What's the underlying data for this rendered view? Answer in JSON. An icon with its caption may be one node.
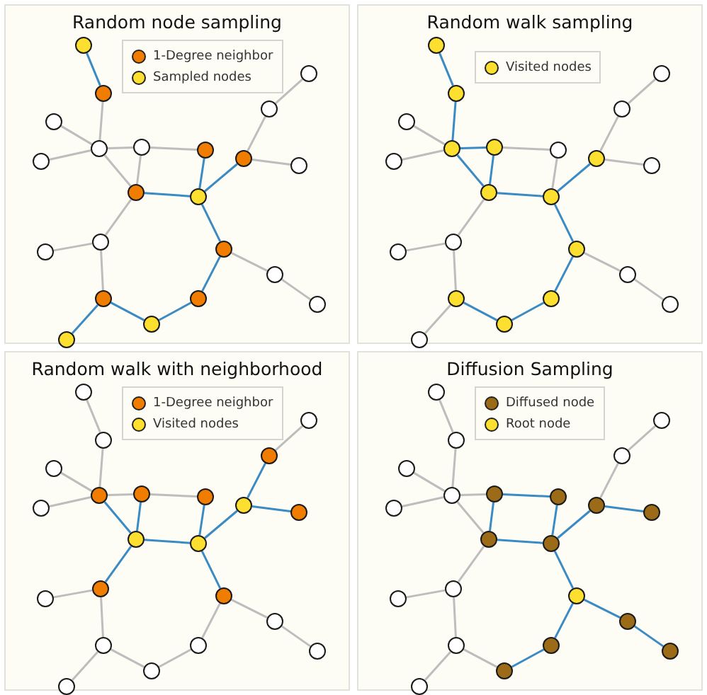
{
  "diagram": {
    "nodes": [
      {
        "text": [
          "Random node sampling"
        ]
      },
      {
        "text": [],
        "shape": "circle",
        "in": 0
      },
      {
        "text": [],
        "shape": "circle",
        "in": 0
      },
      {
        "text": [],
        "shape": "circle",
        "in": 0
      },
      {
        "text": [],
        "shape": "circle",
        "in": 0
      },
      {
        "text": [],
        "shape": "circle",
        "in": 0
      },
      {
        "text": [],
        "shape": "circle",
        "in": 0
      },
      {
        "text": [],
        "shape": "circle",
        "in": 0
      },
      {
        "text": [],
        "shape": "circle",
        "in": 0
      },
      {
        "text": [],
        "shape": "circle",
        "in": 0
      },
      {
        "text": [],
        "shape": "circle",
        "in": 0
      },
      {
        "text": [],
        "shape": "circle",
        "in": 0
      },
      {
        "text": [],
        "shape": "circle",
        "in": 0
      },
      {
        "text": [],
        "shape": "circle",
        "in": 0
      },
      {
        "text": [],
        "shape": "circle",
        "in": 0
      },
      {
        "text": [],
        "shape": "circle",
        "in": 0
      },
      {
        "text": [],
        "shape": "circle",
        "in": 0
      },
      {
        "text": [],
        "shape": "circle",
        "in": 0
      },
      {
        "text": [],
        "shape": "circle",
        "in": 0
      },
      {
        "text": [],
        "shape": "circle",
        "in": 0
      },
      {
        "text": [],
        "shape": "circle",
        "in": 0
      },
      {
        "text": [],
        "shape": "circle",
        "in": 0
      },
      {
        "text": [],
        "shape": "circle",
        "in": 0
      },
      {
        "text": [
          "Random walk sampling"
        ]
      },
      {
        "text": [],
        "shape": "circle",
        "in": 23
      },
      {
        "text": [],
        "shape": "circle",
        "in": 23
      },
      {
        "text": [],
        "shape": "circle",
        "in": 23
      },
      {
        "text": [],
        "shape": "circle",
        "in": 23
      },
      {
        "text": [],
        "shape": "circle",
        "in": 23
      },
      {
        "text": [],
        "shape": "circle",
        "in": 23
      },
      {
        "text": [],
        "shape": "circle",
        "in": 23
      },
      {
        "text": [],
        "shape": "circle",
        "in": 23
      },
      {
        "text": [],
        "shape": "circle",
        "in": 23
      },
      {
        "text": [],
        "shape": "circle",
        "in": 23
      },
      {
        "text": [],
        "shape": "circle",
        "in": 23
      },
      {
        "text": [],
        "shape": "circle",
        "in": 23
      },
      {
        "text": [],
        "shape": "circle",
        "in": 23
      },
      {
        "text": [],
        "shape": "circle",
        "in": 23
      },
      {
        "text": [],
        "shape": "circle",
        "in": 23
      },
      {
        "text": [],
        "shape": "circle",
        "in": 23
      },
      {
        "text": [],
        "shape": "circle",
        "in": 23
      },
      {
        "text": [],
        "shape": "circle",
        "in": 23
      },
      {
        "text": [],
        "shape": "circle",
        "in": 23
      },
      {
        "text": [],
        "shape": "circle",
        "in": 23
      },
      {
        "text": [],
        "shape": "circle",
        "in": 23
      },
      {
        "text": [],
        "shape": "circle",
        "in": 23
      },
      {
        "text": [
          "Random walk with neighborhood"
        ]
      },
      {
        "text": [],
        "shape": "circle",
        "in": 46
      },
      {
        "text": [],
        "shape": "circle",
        "in": 46
      },
      {
        "text": [],
        "shape": "circle",
        "in": 46
      },
      {
        "text": [],
        "shape": "circle",
        "in": 46
      },
      {
        "text": [],
        "shape": "circle",
        "in": 46
      },
      {
        "text": [],
        "shape": "circle",
        "in": 46
      },
      {
        "text": [],
        "shape": "circle",
        "in": 46
      },
      {
        "text": [],
        "shape": "circle",
        "in": 46
      },
      {
        "text": [],
        "shape": "circle",
        "in": 46
      },
      {
        "text": [],
        "shape": "circle",
        "in": 46
      },
      {
        "text": [],
        "shape": "circle",
        "in": 46
      },
      {
        "text": [],
        "shape": "circle",
        "in": 46
      },
      {
        "text": [],
        "shape": "circle",
        "in": 46
      },
      {
        "text": [],
        "shape": "circle",
        "in": 46
      },
      {
        "text": [],
        "shape": "circle",
        "in": 46
      },
      {
        "text": [],
        "shape": "circle",
        "in": 46
      },
      {
        "text": [],
        "shape": "circle",
        "in": 46
      },
      {
        "text": [],
        "shape": "circle",
        "in": 46
      },
      {
        "text": [],
        "shape": "circle",
        "in": 46
      },
      {
        "text": [],
        "shape": "circle",
        "in": 46
      },
      {
        "text": [],
        "shape": "circle",
        "in": 46
      },
      {
        "text": [],
        "shape": "circle",
        "in": 46
      },
      {
        "text": [
          "Diffusion Sampling"
        ]
      },
      {
        "text": [],
        "shape": "circle",
        "in": 69
      },
      {
        "text": [],
        "shape": "circle",
        "in": 69
      },
      {
        "text": [],
        "shape": "circle",
        "in": 69
      },
      {
        "text": [],
        "shape": "circle",
        "in": 69
      },
      {
        "text": [],
        "shape": "circle",
        "in": 69
      },
      {
        "text": [],
        "shape": "circle",
        "in": 69
      },
      {
        "text": [],
        "shape": "circle",
        "in": 69
      },
      {
        "text": [],
        "shape": "circle",
        "in": 69
      },
      {
        "text": [],
        "shape": "circle",
        "in": 69
      },
      {
        "text": [],
        "shape": "circle",
        "in": 69
      },
      {
        "text": [],
        "shape": "circle",
        "in": 69
      },
      {
        "text": [],
        "shape": "circle",
        "in": 69
      },
      {
        "text": [],
        "shape": "circle",
        "in": 69
      },
      {
        "text": [],
        "shape": "circle",
        "in": 69
      },
      {
        "text": [],
        "shape": "circle",
        "in": 69
      },
      {
        "text": [],
        "shape": "circle",
        "in": 69
      },
      {
        "text": [],
        "shape": "circle",
        "in": 69
      },
      {
        "text": [],
        "shape": "circle",
        "in": 69
      },
      {
        "text": [],
        "shape": "circle",
        "in": 69
      },
      {
        "text": [],
        "shape": "circle",
        "in": 69
      },
      {
        "text": [],
        "shape": "circle",
        "in": 69
      },
      {
        "text": [],
        "shape": "circle",
        "in": 69
      }
    ],
    "edges": [
      {
        "from": 1,
        "to": 2,
        "arrow": "none",
        "color": "#3a8ac4"
      },
      {
        "from": 2,
        "to": 5,
        "arrow": "none"
      },
      {
        "from": 3,
        "to": 5,
        "arrow": "none"
      },
      {
        "from": 4,
        "to": 5,
        "arrow": "none"
      },
      {
        "from": 5,
        "to": 6,
        "arrow": "none"
      },
      {
        "from": 5,
        "to": 8,
        "arrow": "none"
      },
      {
        "from": 6,
        "to": 8,
        "arrow": "none"
      },
      {
        "from": 6,
        "to": 7,
        "arrow": "none"
      },
      {
        "from": 7,
        "to": 9,
        "arrow": "none",
        "color": "#3a8ac4"
      },
      {
        "from": 8,
        "to": 9,
        "arrow": "none",
        "color": "#3a8ac4"
      },
      {
        "from": 9,
        "to": 10,
        "arrow": "none",
        "color": "#3a8ac4"
      },
      {
        "from": 10,
        "to": 11,
        "arrow": "none"
      },
      {
        "from": 11,
        "to": 12,
        "arrow": "none"
      },
      {
        "from": 10,
        "to": 13,
        "arrow": "none"
      },
      {
        "from": 8,
        "to": 14,
        "arrow": "none"
      },
      {
        "from": 14,
        "to": 15,
        "arrow": "none"
      },
      {
        "from": 14,
        "to": 19,
        "arrow": "none"
      },
      {
        "from": 9,
        "to": 16,
        "arrow": "none",
        "color": "#3a8ac4"
      },
      {
        "from": 16,
        "to": 17,
        "arrow": "none"
      },
      {
        "from": 17,
        "to": 18,
        "arrow": "none"
      },
      {
        "from": 16,
        "to": 20,
        "arrow": "none",
        "color": "#3a8ac4"
      },
      {
        "from": 20,
        "to": 21,
        "arrow": "none",
        "color": "#3a8ac4"
      },
      {
        "from": 21,
        "to": 19,
        "arrow": "none",
        "color": "#3a8ac4"
      },
      {
        "from": 19,
        "to": 22,
        "arrow": "none",
        "color": "#3a8ac4"
      },
      {
        "from": 24,
        "to": 25,
        "arrow": "none",
        "color": "#3a8ac4"
      },
      {
        "from": 25,
        "to": 28,
        "arrow": "none",
        "color": "#3a8ac4"
      },
      {
        "from": 26,
        "to": 28,
        "arrow": "none"
      },
      {
        "from": 27,
        "to": 28,
        "arrow": "none"
      },
      {
        "from": 28,
        "to": 29,
        "arrow": "none",
        "color": "#3a8ac4"
      },
      {
        "from": 28,
        "to": 31,
        "arrow": "none",
        "color": "#3a8ac4"
      },
      {
        "from": 29,
        "to": 31,
        "arrow": "none",
        "color": "#3a8ac4"
      },
      {
        "from": 29,
        "to": 30,
        "arrow": "none"
      },
      {
        "from": 30,
        "to": 32,
        "arrow": "none"
      },
      {
        "from": 31,
        "to": 32,
        "arrow": "none",
        "color": "#3a8ac4"
      },
      {
        "from": 32,
        "to": 33,
        "arrow": "none",
        "color": "#3a8ac4"
      },
      {
        "from": 33,
        "to": 34,
        "arrow": "none"
      },
      {
        "from": 34,
        "to": 35,
        "arrow": "none"
      },
      {
        "from": 33,
        "to": 36,
        "arrow": "none"
      },
      {
        "from": 31,
        "to": 37,
        "arrow": "none"
      },
      {
        "from": 37,
        "to": 38,
        "arrow": "none"
      },
      {
        "from": 37,
        "to": 42,
        "arrow": "none"
      },
      {
        "from": 32,
        "to": 39,
        "arrow": "none",
        "color": "#3a8ac4"
      },
      {
        "from": 39,
        "to": 40,
        "arrow": "none"
      },
      {
        "from": 40,
        "to": 41,
        "arrow": "none"
      },
      {
        "from": 39,
        "to": 43,
        "arrow": "none",
        "color": "#3a8ac4"
      },
      {
        "from": 43,
        "to": 44,
        "arrow": "none",
        "color": "#3a8ac4"
      },
      {
        "from": 44,
        "to": 42,
        "arrow": "none",
        "color": "#3a8ac4"
      },
      {
        "from": 42,
        "to": 45,
        "arrow": "none"
      },
      {
        "from": 47,
        "to": 48,
        "arrow": "none"
      },
      {
        "from": 48,
        "to": 51,
        "arrow": "none"
      },
      {
        "from": 49,
        "to": 51,
        "arrow": "none"
      },
      {
        "from": 50,
        "to": 51,
        "arrow": "none"
      },
      {
        "from": 51,
        "to": 52,
        "arrow": "none"
      },
      {
        "from": 51,
        "to": 54,
        "arrow": "none",
        "color": "#3a8ac4"
      },
      {
        "from": 52,
        "to": 54,
        "arrow": "none",
        "color": "#3a8ac4"
      },
      {
        "from": 52,
        "to": 53,
        "arrow": "none"
      },
      {
        "from": 53,
        "to": 55,
        "arrow": "none",
        "color": "#3a8ac4"
      },
      {
        "from": 54,
        "to": 55,
        "arrow": "none",
        "color": "#3a8ac4"
      },
      {
        "from": 55,
        "to": 56,
        "arrow": "none",
        "color": "#3a8ac4"
      },
      {
        "from": 56,
        "to": 57,
        "arrow": "none",
        "color": "#3a8ac4"
      },
      {
        "from": 57,
        "to": 58,
        "arrow": "none"
      },
      {
        "from": 56,
        "to": 59,
        "arrow": "none",
        "color": "#3a8ac4"
      },
      {
        "from": 54,
        "to": 60,
        "arrow": "none",
        "color": "#3a8ac4"
      },
      {
        "from": 60,
        "to": 61,
        "arrow": "none"
      },
      {
        "from": 60,
        "to": 65,
        "arrow": "none"
      },
      {
        "from": 55,
        "to": 62,
        "arrow": "none",
        "color": "#3a8ac4"
      },
      {
        "from": 62,
        "to": 63,
        "arrow": "none"
      },
      {
        "from": 63,
        "to": 64,
        "arrow": "none"
      },
      {
        "from": 62,
        "to": 66,
        "arrow": "none"
      },
      {
        "from": 66,
        "to": 67,
        "arrow": "none"
      },
      {
        "from": 67,
        "to": 65,
        "arrow": "none"
      },
      {
        "from": 65,
        "to": 68,
        "arrow": "none"
      },
      {
        "from": 70,
        "to": 71,
        "arrow": "none"
      },
      {
        "from": 71,
        "to": 74,
        "arrow": "none"
      },
      {
        "from": 72,
        "to": 74,
        "arrow": "none"
      },
      {
        "from": 73,
        "to": 74,
        "arrow": "none"
      },
      {
        "from": 74,
        "to": 75,
        "arrow": "none"
      },
      {
        "from": 74,
        "to": 77,
        "arrow": "none"
      },
      {
        "from": 75,
        "to": 77,
        "arrow": "none",
        "color": "#3a8ac4"
      },
      {
        "from": 75,
        "to": 76,
        "arrow": "none",
        "color": "#3a8ac4"
      },
      {
        "from": 76,
        "to": 78,
        "arrow": "none",
        "color": "#3a8ac4"
      },
      {
        "from": 77,
        "to": 78,
        "arrow": "none",
        "color": "#3a8ac4"
      },
      {
        "from": 78,
        "to": 79,
        "arrow": "none",
        "color": "#3a8ac4"
      },
      {
        "from": 79,
        "to": 80,
        "arrow": "none"
      },
      {
        "from": 80,
        "to": 81,
        "arrow": "none"
      },
      {
        "from": 79,
        "to": 82,
        "arrow": "none",
        "color": "#3a8ac4"
      },
      {
        "from": 77,
        "to": 83,
        "arrow": "none"
      },
      {
        "from": 83,
        "to": 84,
        "arrow": "none"
      },
      {
        "from": 83,
        "to": 88,
        "arrow": "none"
      },
      {
        "from": 78,
        "to": 85,
        "arrow": "none",
        "color": "#3a8ac4"
      },
      {
        "from": 85,
        "to": 86,
        "arrow": "none",
        "color": "#3a8ac4"
      },
      {
        "from": 86,
        "to": 87,
        "arrow": "none",
        "color": "#3a8ac4"
      },
      {
        "from": 85,
        "to": 89,
        "arrow": "none",
        "color": "#3a8ac4"
      },
      {
        "from": 89,
        "to": 90,
        "arrow": "none",
        "color": "#3a8ac4"
      },
      {
        "from": 90,
        "to": 88,
        "arrow": "none"
      },
      {
        "from": 88,
        "to": 91,
        "arrow": "none"
      }
    ],
    "legend": [
      {
        "text": "1-Degree neighbor",
        "color": "#f07d00"
      },
      {
        "text": "Sampled nodes",
        "color": "#fde02f"
      },
      {
        "text": "Visited nodes",
        "color": "#fde02f"
      },
      {
        "text": "1-Degree neighbor",
        "color": "#f07d00"
      },
      {
        "text": "Visited nodes",
        "color": "#fde02f"
      },
      {
        "text": "Diffused node",
        "color": "#9b6b17"
      },
      {
        "text": "Root node",
        "color": "#fde02f"
      }
    ]
  }
}
